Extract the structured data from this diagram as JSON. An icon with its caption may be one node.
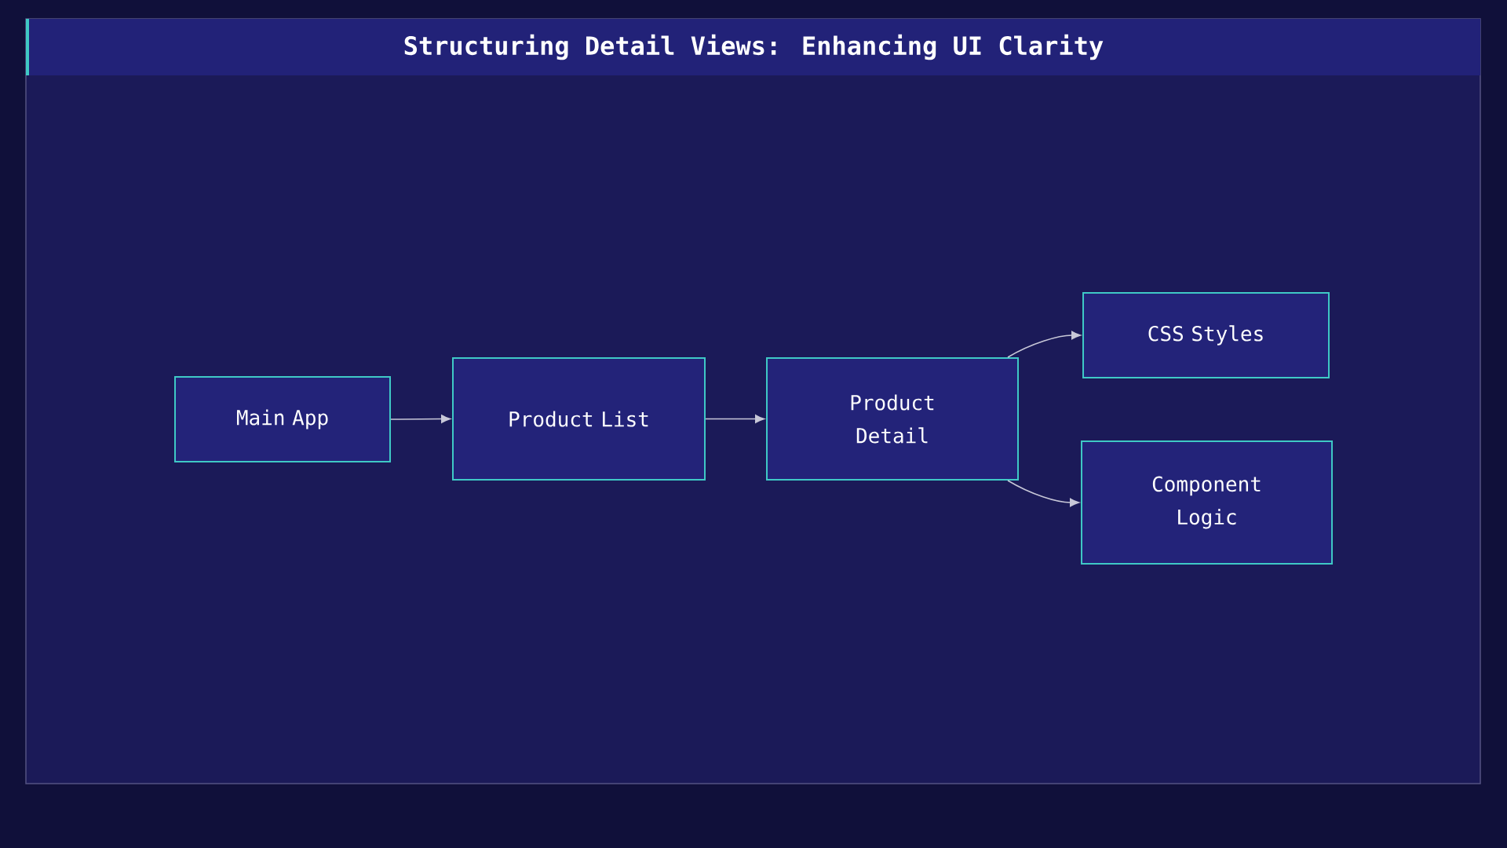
{
  "diagram": {
    "title": "Structuring Detail Views: Enhancing UI Clarity",
    "nodes": [
      {
        "text": [
          "Main App"
        ]
      },
      {
        "text": [
          "Product List"
        ]
      },
      {
        "text": [
          "Product Detail"
        ]
      },
      {
        "text": [
          "CSS Styles"
        ]
      },
      {
        "text": [
          "Component Logic"
        ]
      }
    ],
    "edges": [
      {
        "from": 0,
        "to": 1,
        "arrow": "to"
      },
      {
        "from": 1,
        "to": 2,
        "arrow": "to"
      },
      {
        "from": 2,
        "to": 3,
        "arrow": "to"
      },
      {
        "from": 2,
        "to": 4,
        "arrow": "to"
      }
    ]
  }
}
